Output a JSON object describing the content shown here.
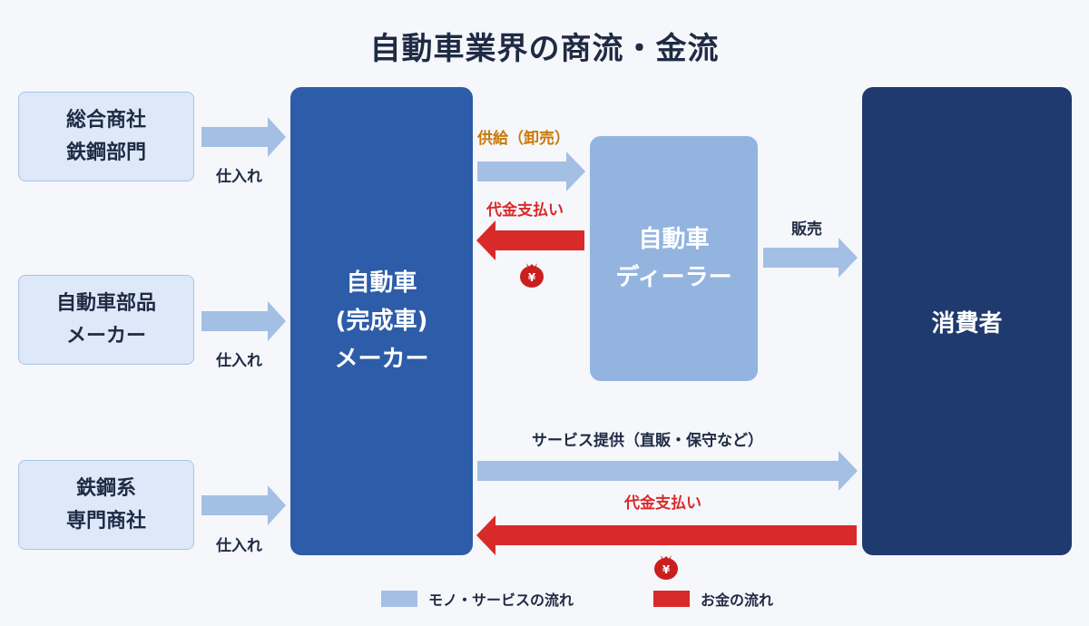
{
  "title": "自動車業界の商流・金流",
  "suppliers": [
    {
      "line1": "総合商社",
      "line2": "鉄鋼部門",
      "arrow_label": "仕入れ"
    },
    {
      "line1": "自動車部品",
      "line2": "メーカー",
      "arrow_label": "仕入れ"
    },
    {
      "line1": "鉄鋼系",
      "line2": "専門商社",
      "arrow_label": "仕入れ"
    }
  ],
  "maker": {
    "line1": "自動車",
    "line2": "(完成車)",
    "line3": "メーカー"
  },
  "dealer": {
    "line1": "自動車",
    "line2": "ディーラー"
  },
  "consumer": {
    "label": "消費者"
  },
  "flows": {
    "supply_label": "供給（卸売）",
    "payment_dealer_label": "代金支払い",
    "sales_label": "販売",
    "service_label": "サービス提供（直販・保守など）",
    "payment_consumer_label": "代金支払い",
    "yen_symbol": "¥"
  },
  "legend": {
    "goods_label": "モノ・サービスの流れ",
    "money_label": "お金の流れ"
  },
  "colors": {
    "goods_arrow": "#a4bfe4",
    "money_arrow": "#d92a2a",
    "maker": "#2d5ca8",
    "dealer": "#93b4df",
    "consumer": "#1f3a6e"
  }
}
